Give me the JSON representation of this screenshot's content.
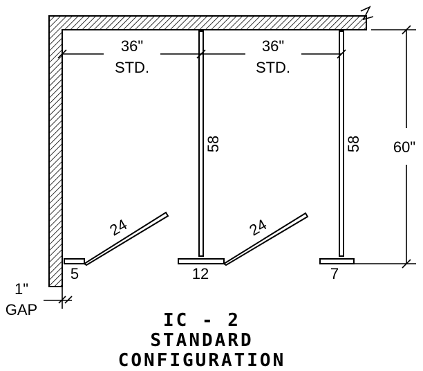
{
  "dimensions": {
    "width_left": "36\"",
    "std_left": "STD.",
    "width_right": "36\"",
    "std_right": "STD.",
    "height": "60\"",
    "gap_value": "1\"",
    "gap_label": "GAP"
  },
  "panels": {
    "pilaster_mid_height": "58",
    "pilaster_right_height": "58",
    "door_left": "24",
    "door_right": "24",
    "shoe_left": "5",
    "shoe_mid": "12",
    "shoe_right": "7"
  },
  "title": {
    "line1": "IC - 2",
    "line2": "STANDARD",
    "line3": "CONFIGURATION"
  }
}
